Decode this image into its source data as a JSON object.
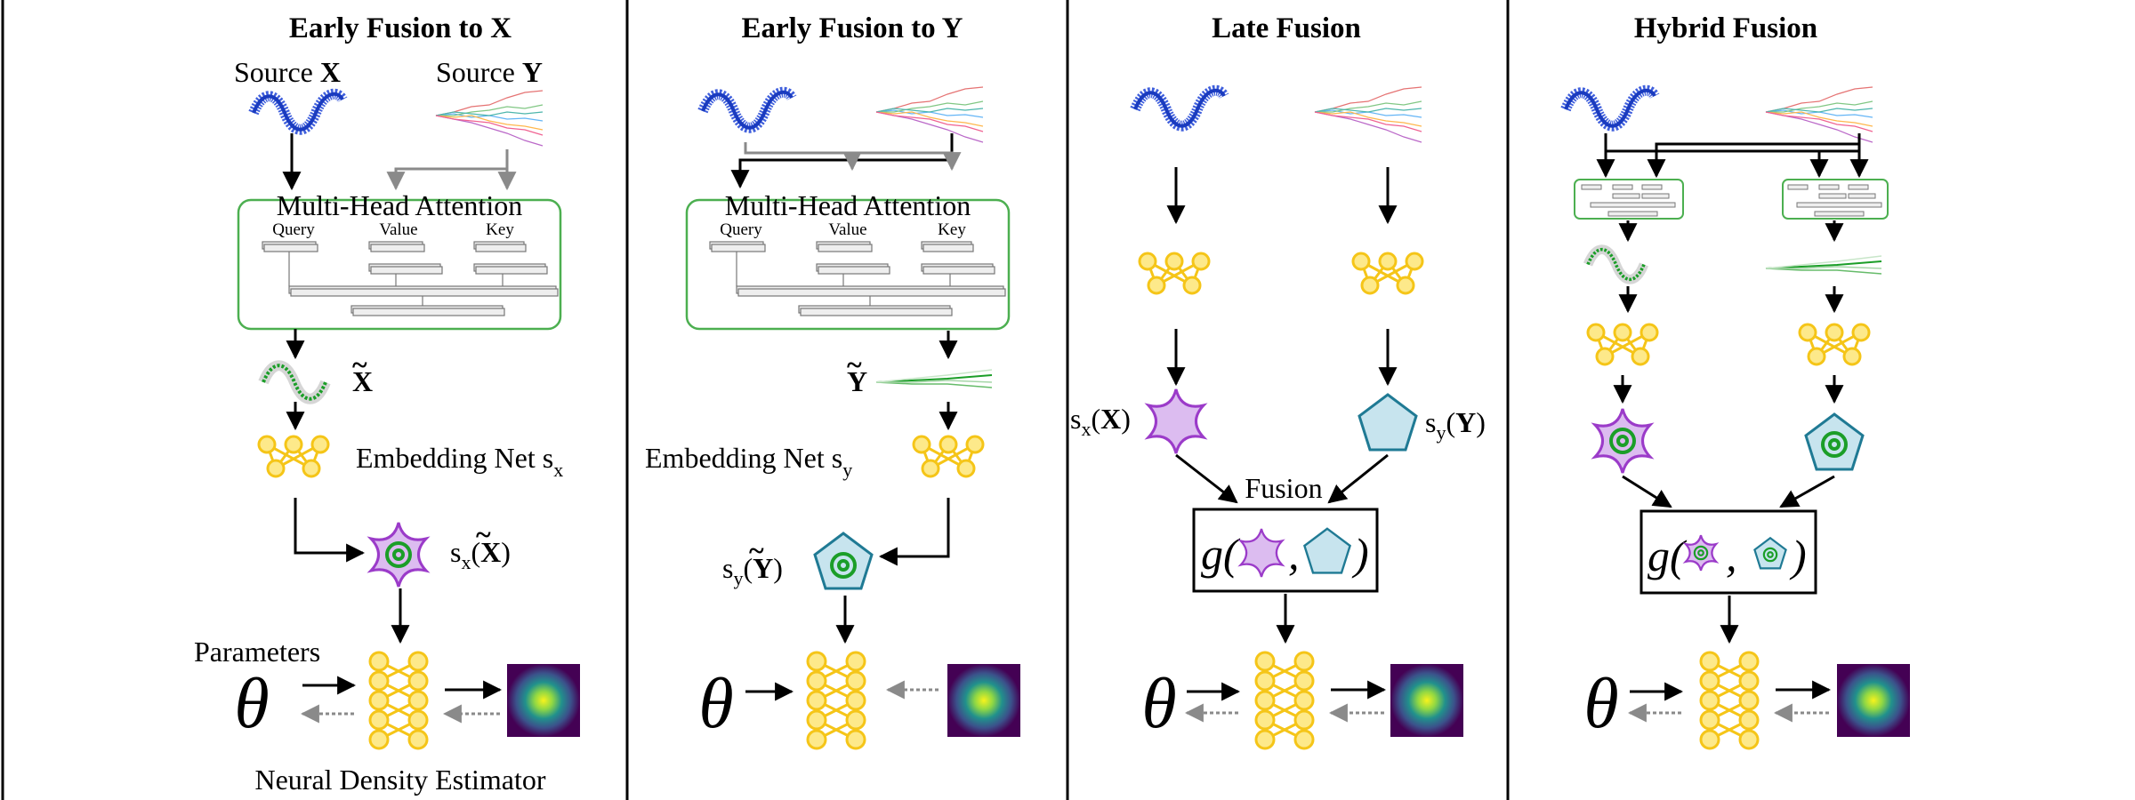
{
  "panels": [
    {
      "title": "Early Fusion to X",
      "source_x_label": "Source",
      "source_x_var": "X",
      "source_y_label": "Source",
      "source_y_var": "Y",
      "attention_title": "Multi-Head Attention",
      "query": "Query",
      "value": "Value",
      "key": "Key",
      "tilde_label": "X",
      "embedding_label": "Embedding Net s",
      "embedding_sub": "x",
      "summary_prefix": "s",
      "summary_sub": "x",
      "summary_arg": "X",
      "parameters_label": "Parameters",
      "theta": "θ",
      "nde_label": "Neural Density Estimator"
    },
    {
      "title": "Early Fusion to Y",
      "attention_title": "Multi-Head Attention",
      "query": "Query",
      "value": "Value",
      "key": "Key",
      "tilde_label": "Y",
      "embedding_label": "Embedding Net s",
      "embedding_sub": "y",
      "summary_prefix": "s",
      "summary_sub": "y",
      "summary_arg": "Y",
      "theta": "θ"
    },
    {
      "title": "Late Fusion",
      "sx_prefix": "s",
      "sx_sub": "x",
      "sx_arg": "X",
      "sy_prefix": "s",
      "sy_sub": "y",
      "sy_arg": "Y",
      "fusion_label": "Fusion",
      "g_label": "g(",
      "comma": ",",
      "close": ")",
      "theta": "θ"
    },
    {
      "title": "Hybrid Fusion",
      "g_label": "g(",
      "comma": ",",
      "close": ")",
      "theta": "θ"
    }
  ],
  "colors": {
    "net_yellow": "#f5c518",
    "net_fill": "#fde98a",
    "star_purple": "#9b3bc9",
    "star_fill": "#dcbcf0",
    "pentagon_blue": "#1f7a94",
    "pentagon_fill": "#c7e4ee",
    "ring_green": "#1b9e28",
    "attention_green": "#4caf50",
    "source_blue": "#2a4ed8",
    "arrow_gray": "#8a8a8a"
  }
}
